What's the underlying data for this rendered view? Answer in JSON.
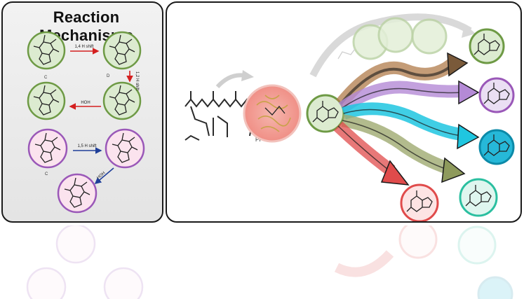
{
  "title": "Reaction Mechanisms",
  "steps": [
    {
      "label": "1,4 H shift"
    },
    {
      "label": "1,2 H shift"
    },
    {
      "label": "HOH"
    },
    {
      "label": "1,5 H shift"
    },
    {
      "label": "HOH"
    }
  ],
  "intermediates": {
    "c1": "C",
    "d": "D",
    "c2": "C"
  },
  "substrate": {
    "group": "PP"
  },
  "colors": {
    "green": "#6e9a45",
    "purple": "#9a58b8",
    "cyan": "#1fc6e0",
    "red": "#e04b4b",
    "teal": "#2bbfa0",
    "brown": "#b07b4a"
  }
}
